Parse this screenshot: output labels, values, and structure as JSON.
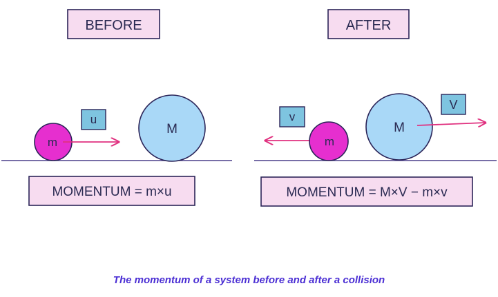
{
  "before": {
    "label": "BEFORE",
    "small_ball_label": "m",
    "large_ball_label": "M",
    "velocity_label": "u",
    "equation": "MOMENTUM = m×u"
  },
  "after": {
    "label": "AFTER",
    "small_ball_label": "m",
    "large_ball_label": "M",
    "small_velocity_label": "v",
    "large_velocity_label": "V",
    "equation": "MOMENTUM = M×V − m×v"
  },
  "caption": "The momentum of a system before and after a collision",
  "colors": {
    "label_box_fill": "#f7dcf0",
    "label_box_stroke": "#2b2458",
    "small_ball_fill": "#e62fcf",
    "large_ball_fill": "#a9d8f7",
    "velocity_box_fill": "#7ec4e0",
    "arrow_color": "#e0307f",
    "ground_color": "#4a3f8a",
    "caption_color": "#4b2fd4"
  }
}
